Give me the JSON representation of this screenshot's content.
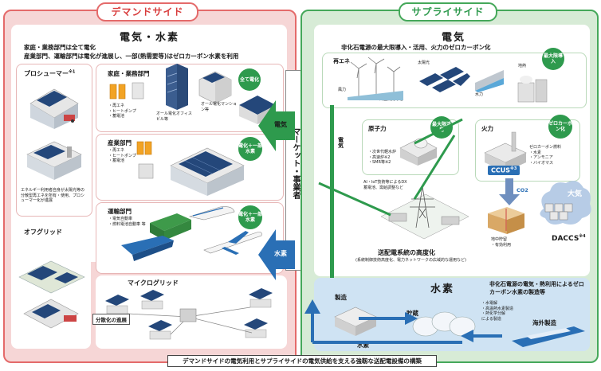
{
  "demand": {
    "tag": "デマンドサイド",
    "electricity_title": "電気・水素",
    "policy_line1": "家庭・業務部門は全て電化",
    "policy_line2": "産業部門、運輸部門は電化が進展し、一部(熱需要等)はゼロカーボン水素を利用",
    "prosumer": {
      "label": "プロシューマー",
      "note": "※1",
      "desc": "エネルギー利用者自身が太陽光等の分散型再エネを所有・使用、プロシューマー化が進展"
    },
    "household": {
      "title": "家庭・業務部門",
      "items": [
        "・再エネ",
        "・ヒートポンプ",
        "・蓄電池"
      ],
      "badge": "全て電化",
      "office": "オール電化オフィスビル等",
      "mansion": "オール電化マンション等"
    },
    "industry": {
      "title": "産業部門",
      "items": [
        "・再エネ",
        "・ヒートポンプ",
        "・蓄電池"
      ],
      "badge": "電化＋一部水素"
    },
    "transport": {
      "title": "運輸部門",
      "items": [
        "・電気自動車",
        "・燃料電池自動車 等"
      ],
      "badge": "電化＋一部水素"
    },
    "offgrid": "オフグリッド",
    "microgrid": "マイクログリッド",
    "distributed": "分散化の進展"
  },
  "market": {
    "label": "マーケット・事業者",
    "arrow_elec": "電気",
    "arrow_h2": "水素"
  },
  "supply": {
    "tag": "サプライサイド",
    "electricity_title": "電気",
    "subtitle": "非化石電源の最大限導入・活用、火力のゼロカーボン化",
    "renewable": "再エネ",
    "wind": "風力",
    "solar": "太陽光",
    "offshore": "洋上風力など",
    "hydro": "水力",
    "geothermal": "地熱",
    "max_intro": "最大限導入",
    "elec_down": "電気",
    "nuclear": {
      "label": "原子力",
      "items": [
        "・次世代軽水炉",
        "・高速炉※2",
        "・SMR等※2"
      ],
      "badge": "最大限活用"
    },
    "thermal": {
      "label": "火力",
      "badge": "ゼロカーボン化",
      "fuels": [
        "ゼロカーボン燃料",
        "・水素",
        "・アンモニア",
        "・バイオマス"
      ]
    },
    "ccus": "CCUS",
    "ccus_note": "※3",
    "co2": "CO2",
    "storage": [
      "地中貯留",
      "・有効利用"
    ],
    "atmosphere": "大気",
    "daccs": "DACCS",
    "daccs_note": "※4",
    "grid_ai": [
      "AI・IoT技術等によるDX",
      "蓄電池、需給調整など"
    ],
    "grid_title": "送配電系統の高度化",
    "grid_note": "(系統制御技術高度化、電力ネットワークの広域的な運用など)",
    "hydrogen": {
      "title": "水素",
      "desc": "非化石電源の電気・熱利用によるゼロカーボン水素の製造等",
      "items": [
        "・水電解",
        "・高温熱水素製造",
        "・熱化学分解",
        "による製造"
      ],
      "production": "製造",
      "storage": "貯蔵",
      "overseas": "海外製造",
      "bottom": "水素"
    }
  },
  "caption": "デマンドサイドの電気利用とサプライサイドの電気供給を支える強靱な送配電設備の構築",
  "colors": {
    "demand_bg": "#f6d6d6",
    "demand_border": "#e46a6a",
    "supply_bg": "#d7ebd6",
    "supply_border": "#45a85a",
    "h2_bg": "#cfe3f3",
    "accent_green": "#2e9a4d",
    "accent_blue": "#2a6fb5"
  }
}
